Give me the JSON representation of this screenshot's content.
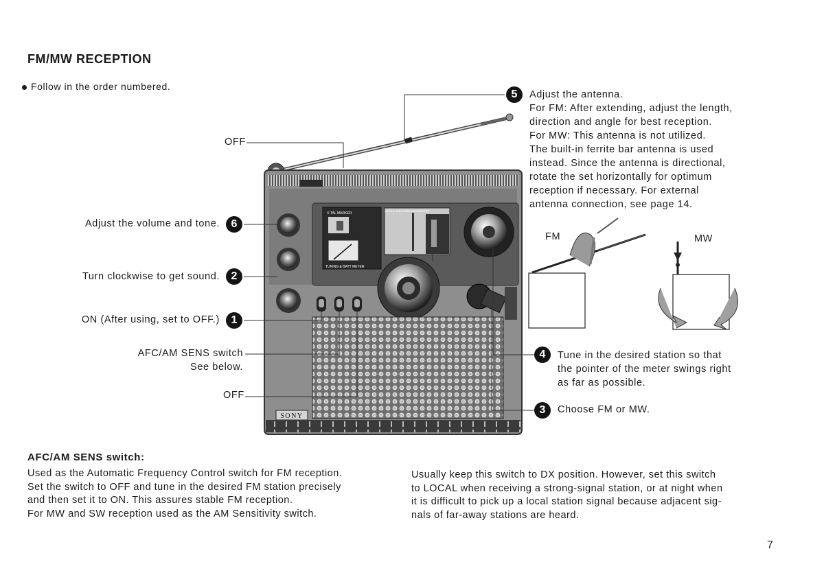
{
  "section_title": "FM/MW RECEPTION",
  "intro_text": "Follow in the order numbered.",
  "labels": {
    "off_top": "OFF",
    "adjust_volume": "Adjust the volume and tone.",
    "turn_clockwise": "Turn clockwise to get sound.",
    "on_after": "ON (After using, set to OFF.)",
    "afc_switch": "AFC/AM SENS switch",
    "see_below": "See below.",
    "off_bottom": "OFF"
  },
  "steps": {
    "s1": "1",
    "s2": "2",
    "s3": "3",
    "s4": "4",
    "s5": "5",
    "s6": "6"
  },
  "step5_lines": [
    "Adjust the antenna.",
    "For FM: After extending, adjust the length,",
    "direction and angle for best reception.",
    "For MW: This antenna is not utilized.",
    "The built-in ferrite bar antenna is used",
    "instead. Since the antenna is directional,",
    "rotate the set horizontally for optimum",
    "reception if necessary.    For external",
    "antenna connection, see page 14."
  ],
  "diagram_labels": {
    "fm": "FM",
    "mw": "MW"
  },
  "step4_lines": [
    "Tune in the desired station so that",
    "the pointer of the meter swings right",
    "as far as possible."
  ],
  "step3_text": "Choose FM or MW.",
  "radio_labels": {
    "brand": "SONY",
    "xtal": "X-TAL MARKER",
    "meter": "TUNING & BATT METER",
    "band": "SCALE  SW1  SW2  SW3  MW  FM"
  },
  "afc_section": {
    "title": "AFC/AM SENS switch:",
    "left_lines": [
      "Used as the Automatic Frequency Control switch for FM reception.",
      "Set the switch to OFF and tune in the desired FM station precisely",
      "and then set it to ON.   This assures stable FM reception.",
      "For MW and SW reception used as the AM Sensitivity switch."
    ],
    "right_lines": [
      "Usually keep this switch to DX position.   However, set this switch",
      "to LOCAL when receiving a strong-signal station, or at night when",
      "it is difficult to pick up a local station signal because adjacent sig-",
      "nals of far-away stations are heard."
    ]
  },
  "page_number": "7"
}
